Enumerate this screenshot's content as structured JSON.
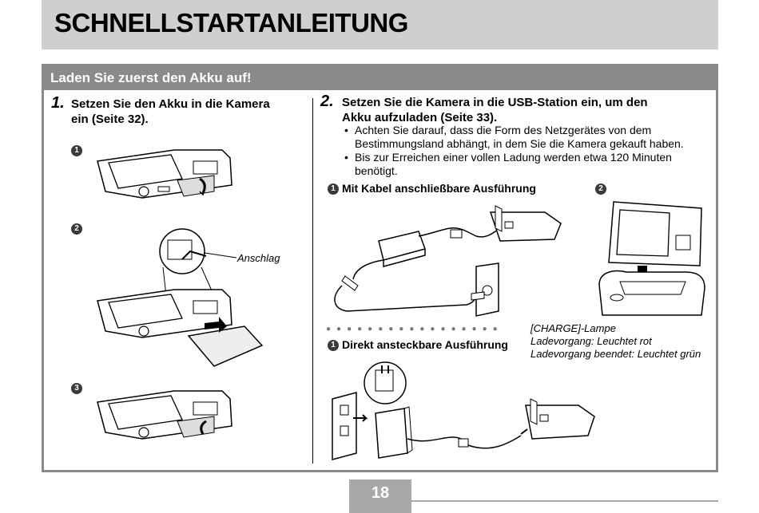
{
  "header": {
    "title": "SCHNELLSTARTANLEITUNG"
  },
  "section": {
    "title": "Laden Sie zuerst den Akku auf!"
  },
  "step1": {
    "number": "1.",
    "text_line1": "Setzen Sie den Akku in die Kamera",
    "text_line2": "ein (Seite 32).",
    "markers": [
      "1",
      "2",
      "3"
    ],
    "label_anschlag": "Anschlag"
  },
  "step2": {
    "number": "2.",
    "text_line1": "Setzen Sie die Kamera in die USB-Station ein, um den",
    "text_line2": "Akku aufzuladen (Seite 33).",
    "bullets": [
      "Achten Sie darauf, dass die Form des Netzgerätes von dem Bestimmungsland abhängt, in dem Sie die Kamera gekauft haben.",
      "Bis zur Erreichen einer vollen Ladung werden etwa 120 Minuten benötigt."
    ],
    "cable_marker": "1",
    "cable_label": "Mit Kabel anschließbare Ausführung",
    "direct_marker": "1",
    "direct_label": "Direkt ansteckbare Ausführung",
    "dock_marker": "2",
    "charge_note": {
      "line1": "[CHARGE]-Lampe",
      "line2": "Ladevorgang: Leuchtet rot",
      "line3": "Ladevorgang beendet: Leuchtet grün"
    }
  },
  "footer": {
    "page_number": "18"
  }
}
